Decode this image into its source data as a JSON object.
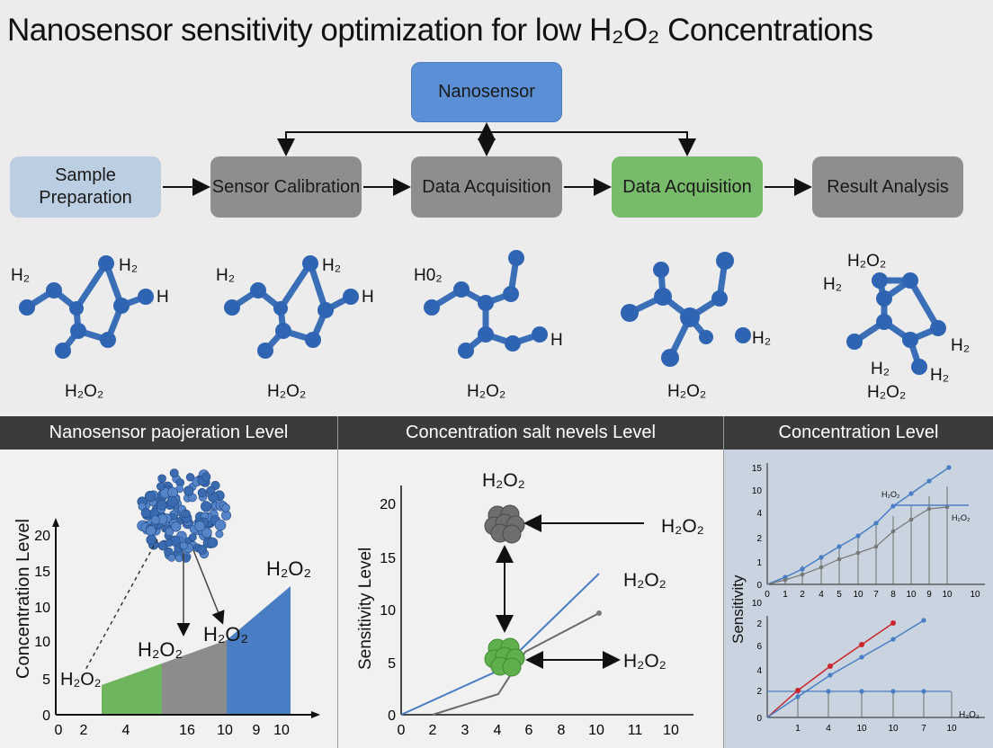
{
  "title": "Nanosensor sensitivity optimization for low H₂O₂ Concentrations",
  "flow": {
    "nanosensor": "Nanosensor",
    "sample_prep": "Sample Preparation",
    "calibration": "Sensor Calibration",
    "acquisition_1": "Data Acquisition",
    "acquisition_2": "Data Acquisition",
    "result": "Result Analysis"
  },
  "molecules": {
    "m1_labels": [
      "H₂",
      "H₂",
      "H",
      "H₂O₂"
    ],
    "m2_labels": [
      "H₂",
      "H₂",
      "H",
      "H₂O₂"
    ],
    "m3_labels": [
      "H0₂",
      "H",
      "H₂O₂"
    ],
    "m4_labels": [
      "H₂",
      "H₂O₂"
    ],
    "m5_labels": [
      "H₂O₂",
      "H₂",
      "H₂",
      "H₂",
      "H₂",
      "H₂O₂"
    ]
  },
  "panels": {
    "p1_title": "Nanosensor paojeration Level",
    "p2_title": "Concentration salt nevels Level",
    "p3_title": "Concentration Level"
  },
  "colors": {
    "blue": "#4a7ec4",
    "green": "#6fb45e",
    "gray": "#8c8c8c",
    "red": "#c8262c",
    "node_blue": "#5b8fd6"
  },
  "chart_data": [
    {
      "type": "area",
      "ylabel": "Concentration Level",
      "y_ticks": [
        "0",
        "5",
        "10",
        "10",
        "15",
        "20"
      ],
      "x_ticks": [
        "0",
        "2",
        "4",
        "16",
        "10",
        "9",
        "10"
      ],
      "annotations": [
        "H₂O₂",
        "H₂O₂",
        "H₂O₂",
        "H₂O₂"
      ],
      "segments": [
        {
          "color": "green",
          "from_tick": 1,
          "to_tick": 3
        },
        {
          "color": "gray",
          "from_tick": 3,
          "to_tick": 5
        },
        {
          "color": "blue",
          "from_tick": 5,
          "to_tick": 7
        }
      ]
    },
    {
      "type": "line",
      "ylabel": "Sensitivity Level",
      "y_ticks": [
        "0",
        "5",
        "10",
        "15",
        "20"
      ],
      "x_ticks": [
        "0",
        "2",
        "3",
        "4",
        "6",
        "8",
        "10",
        "11",
        "10"
      ],
      "annotations": [
        "H₂O₂",
        "H₂O₂",
        "H₂O₂",
        "H₂O₂"
      ]
    },
    {
      "type": "line",
      "ylabel": "Sensitivity",
      "top": {
        "y_ticks": [
          "0",
          "1",
          "2",
          "4",
          "10",
          "15"
        ],
        "x_ticks": [
          "0",
          "1",
          "2",
          "4",
          "5",
          "10",
          "7",
          "8",
          "10",
          "9",
          "10",
          "10"
        ],
        "annotations": [
          "H₂O₂",
          "H₂O₂"
        ]
      },
      "bottom": {
        "y_ticks": [
          "0",
          "2",
          "4",
          "6",
          "2",
          "10"
        ],
        "x_ticks": [
          "1",
          "4",
          "10",
          "10",
          "7",
          "10"
        ],
        "annotations": [
          "H₂O₂"
        ]
      }
    }
  ]
}
